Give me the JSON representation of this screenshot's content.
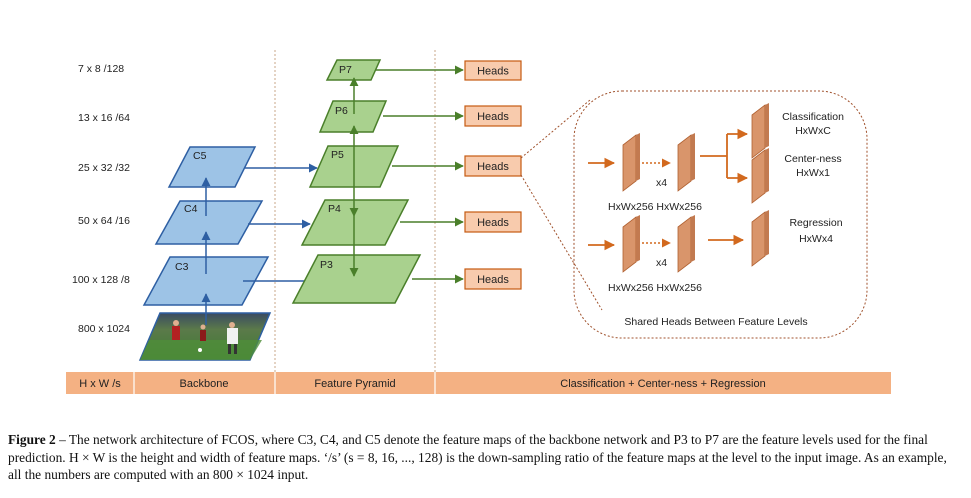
{
  "size_labels": [
    "7 x 8 /128",
    "13 x 16 /64",
    "25 x 32 /32",
    "50 x 64 /16",
    "100 x 128 /8",
    "800 x 1024"
  ],
  "backbone_maps": [
    "C5",
    "C4",
    "C3"
  ],
  "pyramid_maps": [
    "P7",
    "P6",
    "P5",
    "P4",
    "P3"
  ],
  "heads_label": "Heads",
  "shared_heads": {
    "classification_title": "Classification",
    "classification_dim": "HxWxC",
    "centerness_title": "Center-ness",
    "centerness_dim": "HxWx1",
    "regression_title": "Regression",
    "regression_dim": "HxWx4",
    "repeat_label": "x4",
    "feature_dims_top": "HxWx256 HxWx256",
    "feature_dims_bottom": "HxWx256 HxWx256",
    "footer": "Shared Heads Between Feature Levels"
  },
  "bottom_bar": {
    "col1": "H x W /s",
    "col2": "Backbone",
    "col3": "Feature Pyramid",
    "col4": "Classification + Center-ness + Regression"
  },
  "caption": {
    "label": "Figure 2",
    "text": " – The network architecture of FCOS, where C3, C4, and C5 denote the feature maps of the backbone network and P3 to P7 are the feature levels used for the final prediction. H × W is the height and width of feature maps. ‘/s’ (s = 8, 16, ..., 128) is the down-sampling ratio of the feature maps at the level to the input image. As an example, all the numbers are computed with an 800 × 1024 input."
  },
  "colors": {
    "backbone_fill": "#9dc3e6",
    "backbone_stroke": "#2e5fa3",
    "pyramid_fill": "#a9d18e",
    "pyramid_stroke": "#4a7f2a",
    "heads_fill": "#f8cbad",
    "heads_stroke": "#c55a11",
    "bar_fill": "#f4b183",
    "feature_map_fill": "#d9956b",
    "arrow_orange": "#d2691e"
  }
}
